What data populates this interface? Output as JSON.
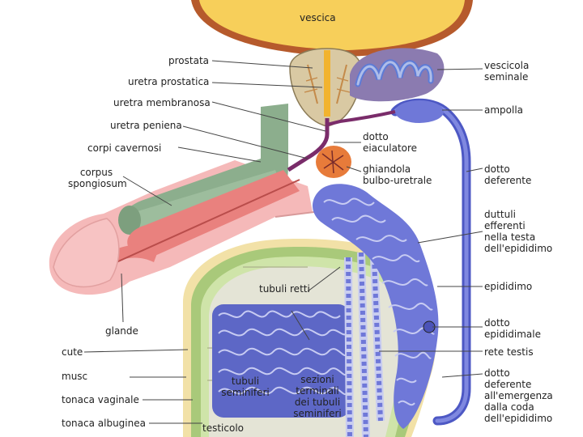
{
  "colors": {
    "bladder": "#f7cf5a",
    "bladder_rim": "#b65a2c",
    "prostate": "#d9c9a3",
    "vesicle": "#8fa1de",
    "penis_skin": "#f5b9b9",
    "cavernosa": "#8cae8d",
    "spongiosum": "#e9817e",
    "urethra": "#7a2c6a",
    "bulbo_gland": "#e77b3a",
    "epididymis": "#6f78d8",
    "testis_green": "#a9c97a",
    "tunica": "#f2e1a7",
    "leader": "#444444"
  },
  "labels": {
    "vescica": "vescica",
    "prostata": "prostata",
    "uretra_prostatica": "uretra prostatica",
    "uretra_membranosa": "uretra membranosa",
    "uretra_peniena": "uretra peniena",
    "corpi_cavernosi": "corpi cavernosi",
    "corpus_spongiosum": "corpus\nspongiosum",
    "glande": "glande",
    "cute": "cute",
    "musc": "musc",
    "tonaca_vaginale": "tonaca vaginale",
    "tonaca_albuginea": "tonaca albuginea",
    "testicolo": "testicolo",
    "tubuli_seminiferi": "tubuli\nseminiferi",
    "sezioni_terminali": "sezioni\nterminali\ndei tubuli\nseminiferi",
    "tubuli_retti": "tubuli retti",
    "vescicola_seminale": "vescicola\nseminale",
    "ampolla": "ampolla",
    "dotto_eiaculatore": "dotto\neiaculatore",
    "ghiandola_bulbo_uretrale": "ghiandola\nbulbo-uretrale",
    "dotto_deferente": "dotto\ndeferente",
    "duttuli_efferenti": "duttuli\nefferenti\nnella testa\ndell'epididimo",
    "epididimo": "epididimo",
    "dotto_epididimale": "dotto\nepididimale",
    "rete_testis": "rete testis",
    "dotto_deferente_emergenza": "dotto\ndeferente\nall'emergenza\ndalla coda\ndell'epididimo"
  }
}
